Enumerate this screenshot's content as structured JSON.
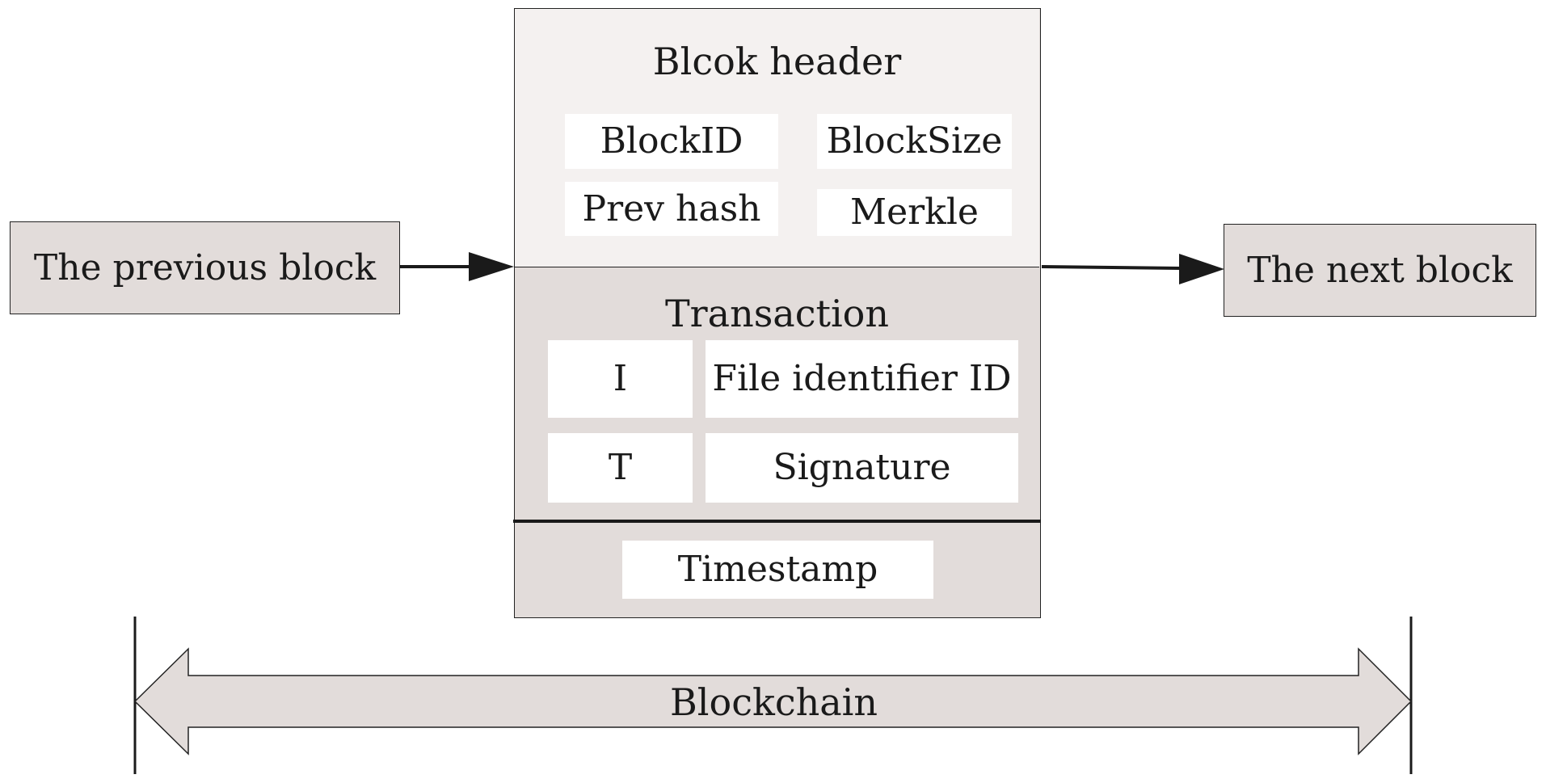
{
  "colors": {
    "line": "#1a1a1a",
    "light_fill": "#f4f1f0",
    "mid_fill": "#e2dcda",
    "cell_fill": "#ffffff"
  },
  "previous_block": {
    "label": "The previous block"
  },
  "next_block": {
    "label": "The next block"
  },
  "header": {
    "title": "Blcok header",
    "fields": [
      "BlockID",
      "BlockSize",
      "Prev hash",
      "Merkle"
    ]
  },
  "transaction": {
    "title": "Transaction",
    "rows": [
      {
        "left": "I",
        "right": "File identifier ID"
      },
      {
        "left": "T",
        "right": "Signature"
      }
    ]
  },
  "timestamp": {
    "label": "Timestamp"
  },
  "chain": {
    "label": "Blockchain"
  }
}
